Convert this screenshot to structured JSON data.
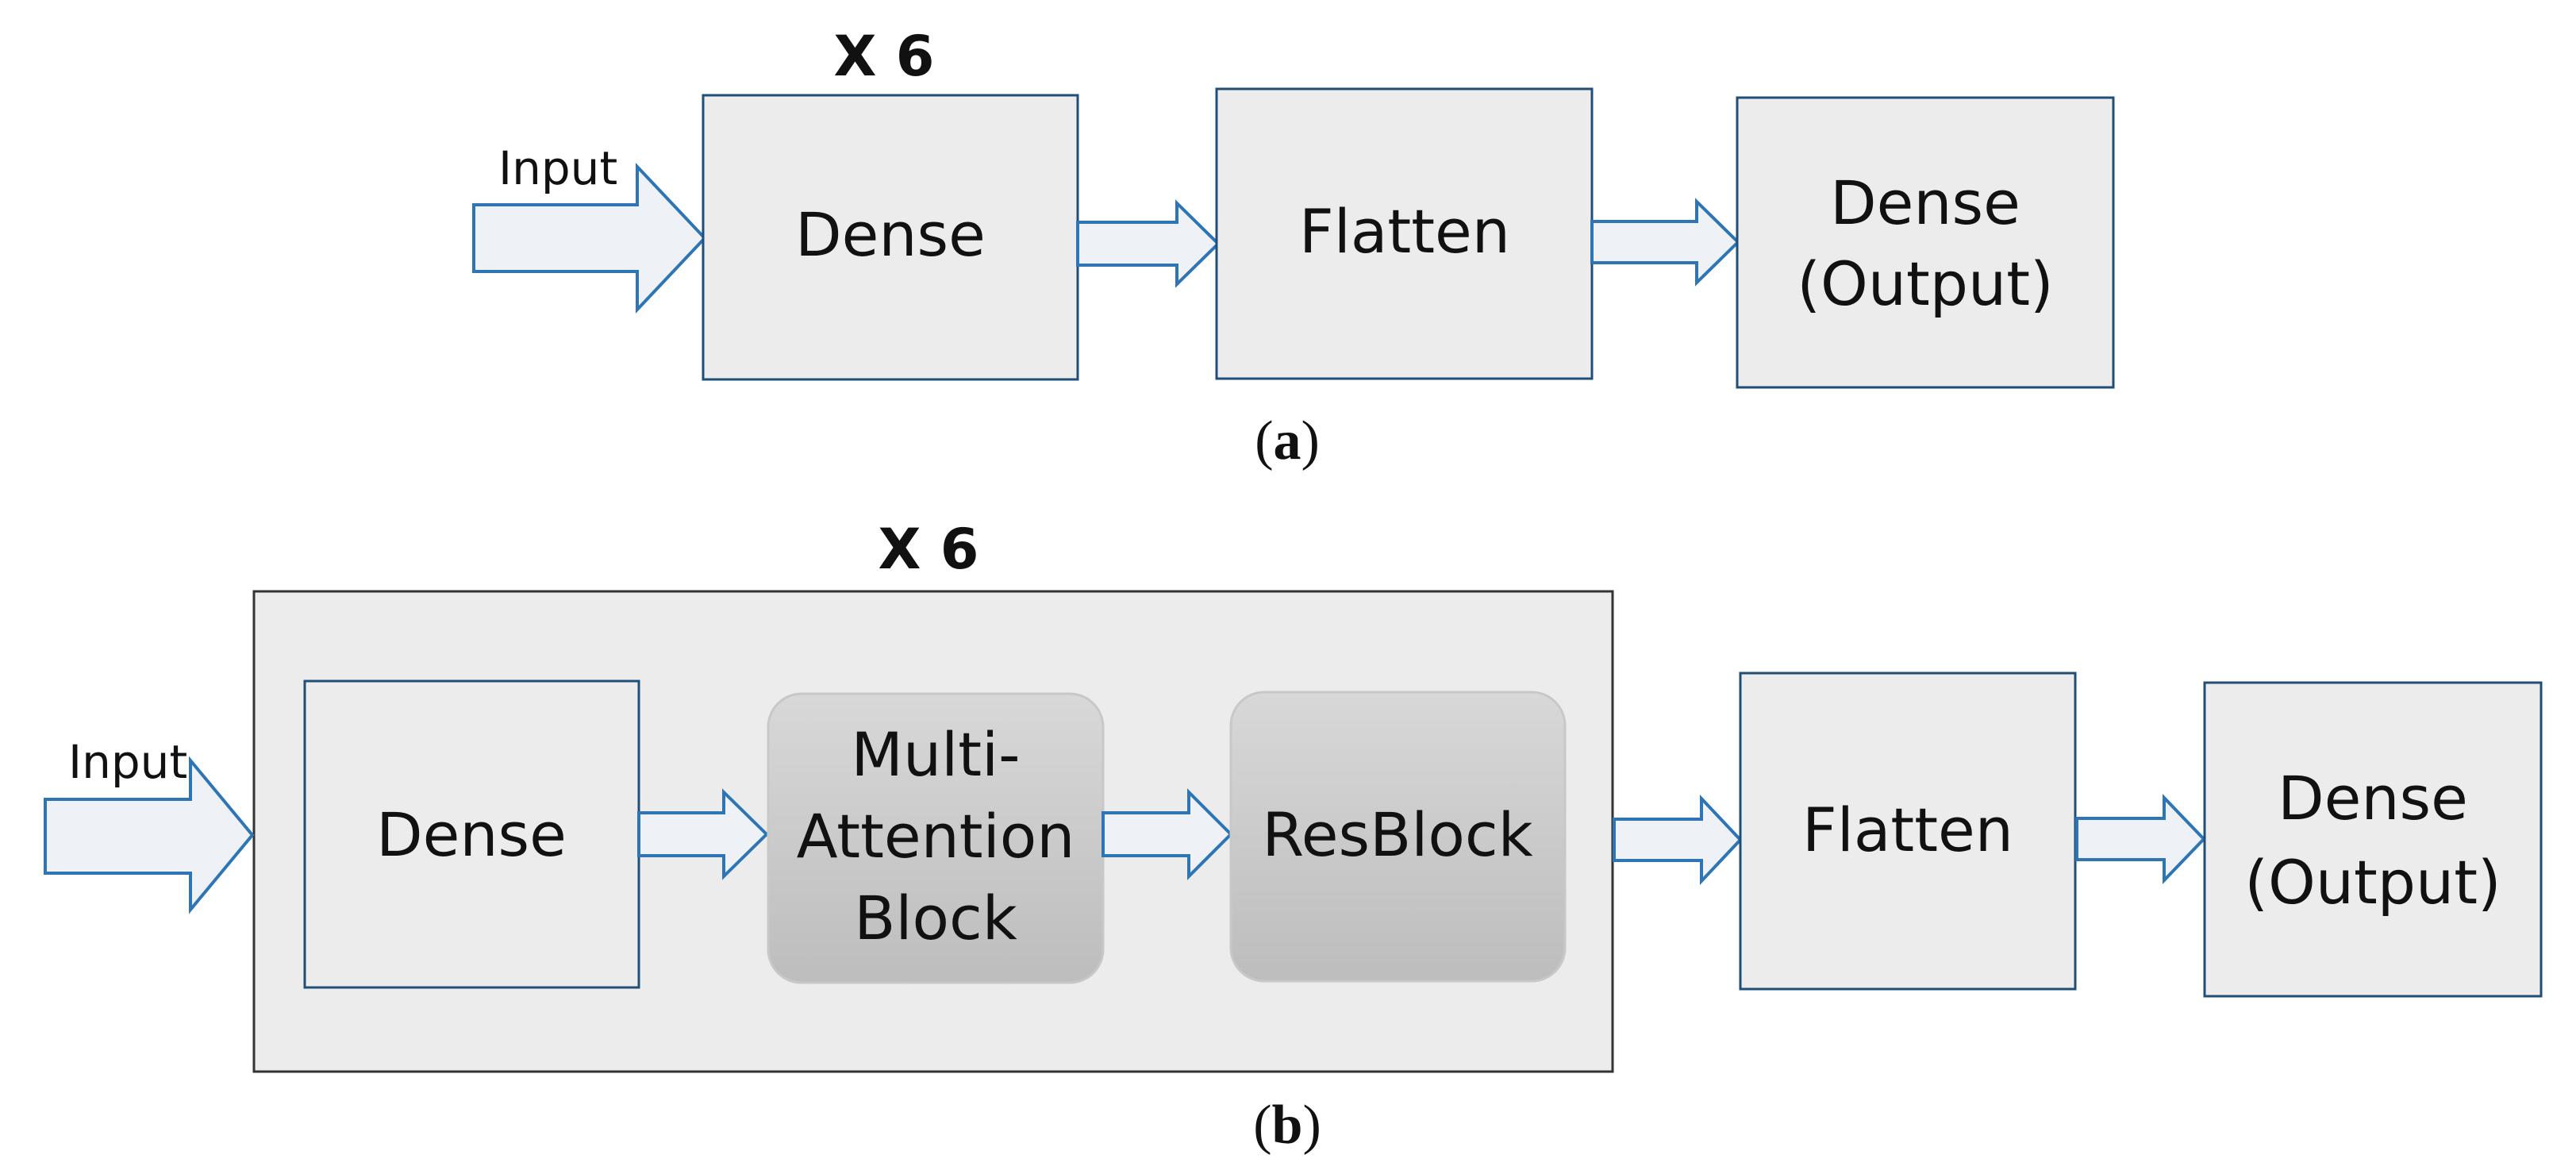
{
  "panel_a": {
    "repeat_label": "X 6",
    "input_label": "Input",
    "box_dense": "Dense",
    "box_flatten": "Flatten",
    "box_output_line1": "Dense",
    "box_output_line2": "(Output)",
    "caption_open": "(",
    "caption_letter": "a",
    "caption_close": ")"
  },
  "panel_b": {
    "repeat_label": "X 6",
    "input_label": "Input",
    "box_dense": "Dense",
    "box_attention_line1": "Multi-",
    "box_attention_line2": "Attention",
    "box_attention_line3": "Block",
    "box_resblock": "ResBlock",
    "box_flatten": "Flatten",
    "box_output_line1": "Dense",
    "box_output_line2": "(Output)",
    "caption_open": "(",
    "caption_letter": "b",
    "caption_close": ")"
  },
  "colors": {
    "box_fill": "#ececec",
    "box_stroke": "#1f4e79",
    "arrow_fill": "#eef2f6",
    "arrow_stroke": "#2e75b6",
    "rounded_fill_top": "#d6d6d6",
    "rounded_fill_bottom": "#bcbcbc",
    "rounded_stroke": "#c8c8c8"
  }
}
